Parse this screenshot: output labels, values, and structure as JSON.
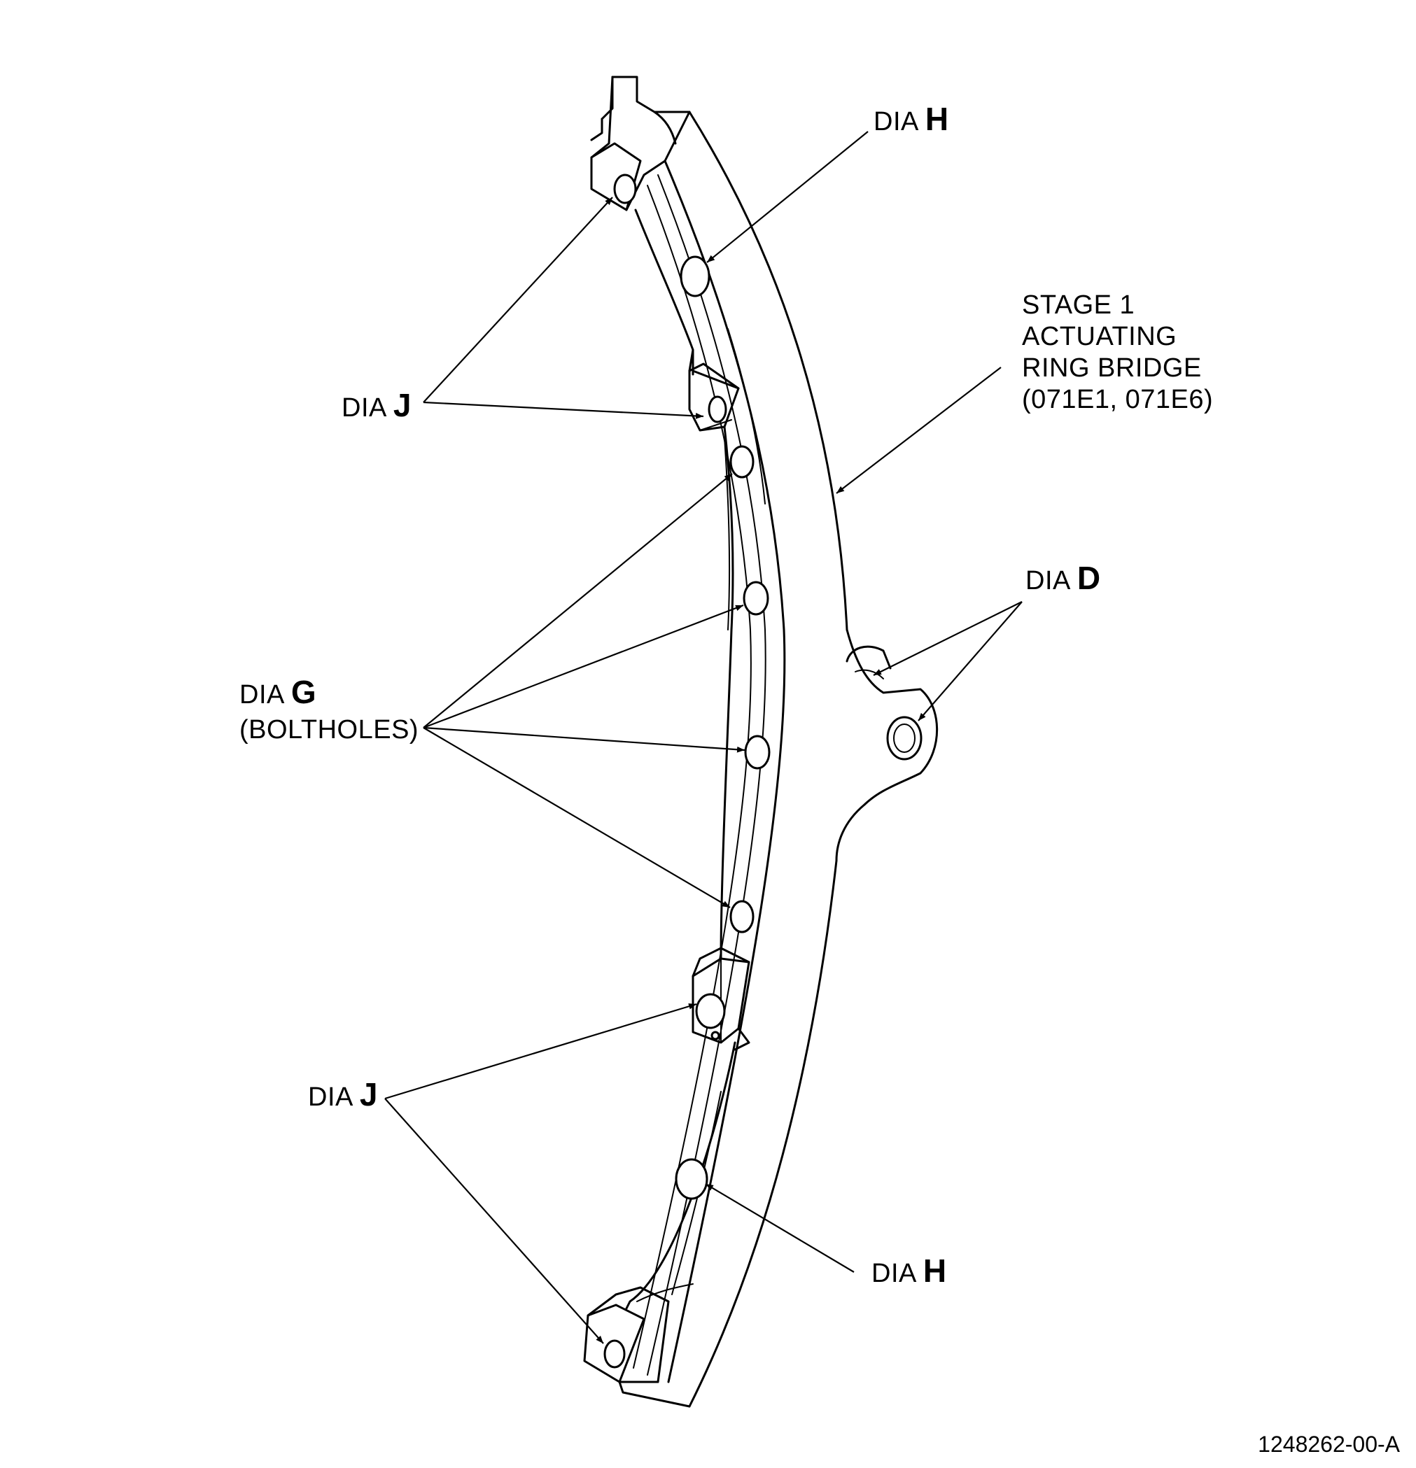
{
  "labels": {
    "dia_h_top": {
      "prefix": "DIA",
      "letter": "H"
    },
    "dia_j_upper": {
      "prefix": "DIA",
      "letter": "J"
    },
    "dia_g": {
      "prefix": "DIA",
      "letter": "G",
      "sub": "(BOLTHOLES)"
    },
    "dia_d": {
      "prefix": "DIA",
      "letter": "D"
    },
    "dia_j_lower": {
      "prefix": "DIA",
      "letter": "J"
    },
    "dia_h_bottom": {
      "prefix": "DIA",
      "letter": "H"
    },
    "stage": {
      "line1": "STAGE 1",
      "line2": "ACTUATING",
      "line3": "RING BRIDGE",
      "line4": "(071E1, 071E6)"
    }
  },
  "figure_id": "1248262-00-A"
}
